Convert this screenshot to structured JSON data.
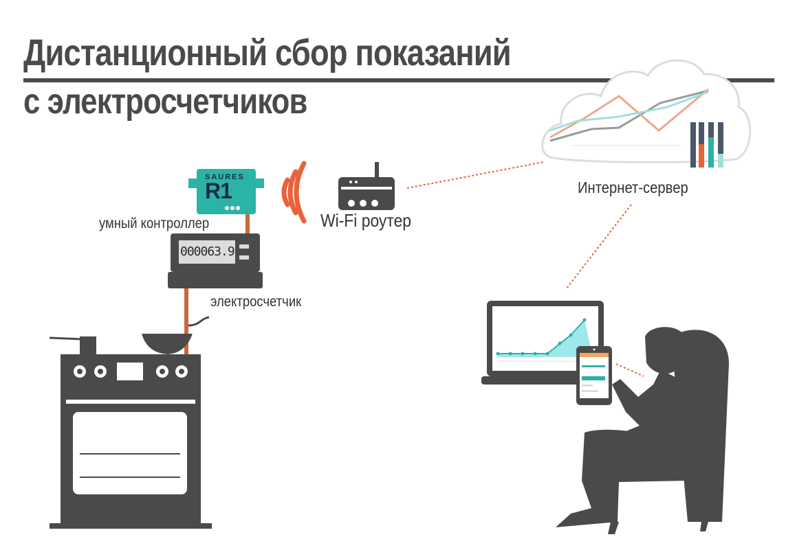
{
  "title": {
    "line1": "Дистанционный сбор показаний",
    "line2": "с электросчетчиков"
  },
  "controller": {
    "brand": "SAURES",
    "model": "R1",
    "label": "умный контроллер"
  },
  "meter": {
    "reading": "000063.9",
    "label": "электросчетчик"
  },
  "router": {
    "label": "Wi-Fi роутер"
  },
  "server": {
    "label": "Интернет-сервер"
  },
  "colors": {
    "dark": "#4a4a4a",
    "accent": "#e8623a",
    "teal": "#2bb3a6",
    "cable": "#c8693b"
  },
  "icons": [
    "wifi-signal-icon",
    "router-icon",
    "cloud-icon",
    "stove-icon",
    "laptop-icon",
    "phone-icon",
    "person-silhouette-icon"
  ]
}
